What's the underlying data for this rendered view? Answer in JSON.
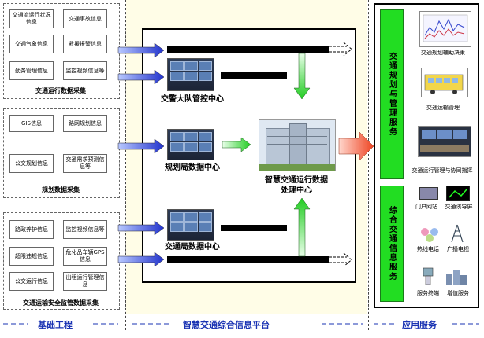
{
  "basic_engineering": {
    "traffic_group": {
      "title": "交通运行数据采集",
      "items": [
        "交通流运行状况信息",
        "交通事故信息",
        "交通气象信息",
        "救援报警信息",
        "勤务管理信息",
        "监控视频信息等"
      ]
    },
    "planning_group": {
      "title": "规划数据采集",
      "items": [
        "GIS信息",
        "路网规划信息",
        "公交规划信息",
        "交通需求预测信息等"
      ]
    },
    "safety_group": {
      "title": "交通运输安全监管数据采集",
      "items": [
        "路政养护信息",
        "监控视频信息等",
        "超限违规信息",
        "危化品车辆GPS信息",
        "公交运行信息",
        "出租运行管理信息"
      ]
    }
  },
  "platform": {
    "traffic_police_center": "交警大队管控中心",
    "planning_center": "规划局数据中心",
    "transport_center": "交通局数据中心",
    "processing_center_line1": "智慧交通运行数据",
    "processing_center_line2": "处理中心"
  },
  "services": {
    "management_box": "交通规划与管理服务",
    "info_box": "综合交通信息服务",
    "management_items": [
      "交通规划辅助决策",
      "交通运输管理",
      "交通运行管理与协同指挥"
    ],
    "info_items": [
      "门户网站",
      "交通诱导屏",
      "热线电话",
      "广播电视",
      "服务终端",
      "增值服务"
    ]
  },
  "footer": {
    "left": "基础工程",
    "center": "智慧交通综合信息平台",
    "right": "应用服务"
  },
  "colors": {
    "accent_blue": "#1a33b3",
    "service_green": "#22dd22",
    "column_yellow": "#fffde7"
  }
}
